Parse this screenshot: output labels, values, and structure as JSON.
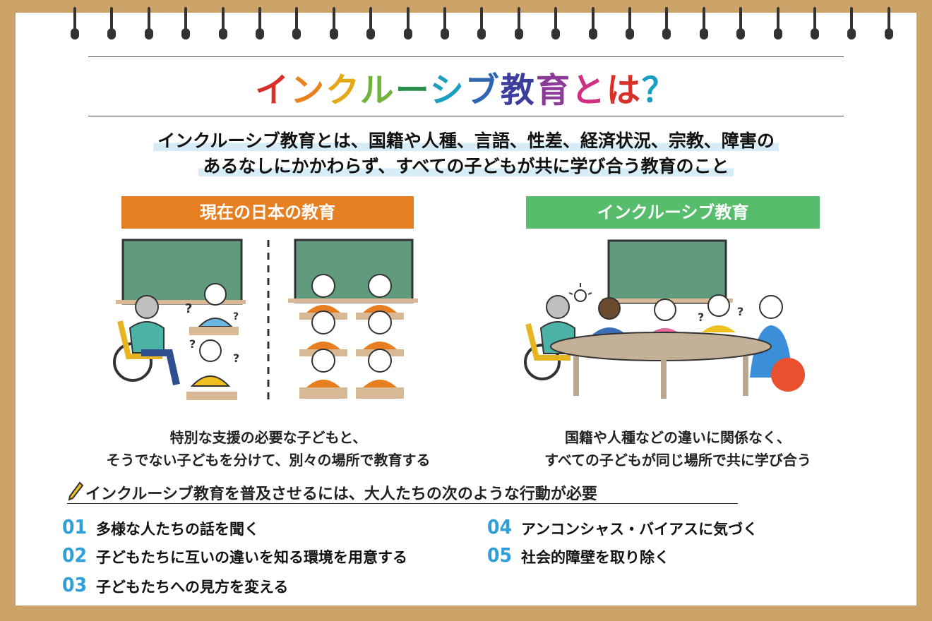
{
  "title": {
    "chars": [
      {
        "t": "イ",
        "color": "#d7312a"
      },
      {
        "t": "ン",
        "color": "#e8821f"
      },
      {
        "t": "ク",
        "color": "#e6a817"
      },
      {
        "t": "ル",
        "color": "#72b33d"
      },
      {
        "t": "ー",
        "color": "#2d8f4e"
      },
      {
        "t": "シ",
        "color": "#1b9fc1"
      },
      {
        "t": "ブ",
        "color": "#2f66b2"
      },
      {
        "t": "教",
        "color": "#3d3d9c"
      },
      {
        "t": "育",
        "color": "#8b3a97"
      },
      {
        "t": "と",
        "color": "#cf3080"
      },
      {
        "t": "は",
        "color": "#d7312a"
      },
      {
        "t": "？",
        "color": "#1b9fc1"
      }
    ]
  },
  "definition": {
    "line1": "インクルーシブ教育とは、国籍や人種、言語、性差、経済状況、宗教、障害の",
    "line2": "あるなしにかかわらず、すべての子どもが共に学び合う教育のこと"
  },
  "left": {
    "header": "現在の日本の教育",
    "header_color": "#e67e22",
    "caption1": "特別な支援の必要な子どもと、",
    "caption2": "そうでない子どもを分けて、別々の場所で教育する"
  },
  "right": {
    "header": "インクルーシブ教育",
    "header_color": "#57bd6d",
    "caption1": "国籍や人種などの違いに関係なく、",
    "caption2": "すべての子どもが同じ場所で共に学び合う"
  },
  "subheading": "インクルーシブ教育を普及させるには、大人たちの次のような行動が必要",
  "actions": [
    {
      "num": "01",
      "label": "多様な人たちの話を聞く"
    },
    {
      "num": "02",
      "label": "子どもたちに互いの違いを知る環境を用意する"
    },
    {
      "num": "03",
      "label": "子どもたちへの見方を変える"
    },
    {
      "num": "04",
      "label": "アンコンシャス・バイアスに気づく"
    },
    {
      "num": "05",
      "label": "社会的障壁を取り除く"
    }
  ],
  "colors": {
    "frame": "#cca46a",
    "accent_number": "#2e9fd7",
    "blackboard": "#5f9b7c",
    "highlight": "#d6ecf6"
  }
}
